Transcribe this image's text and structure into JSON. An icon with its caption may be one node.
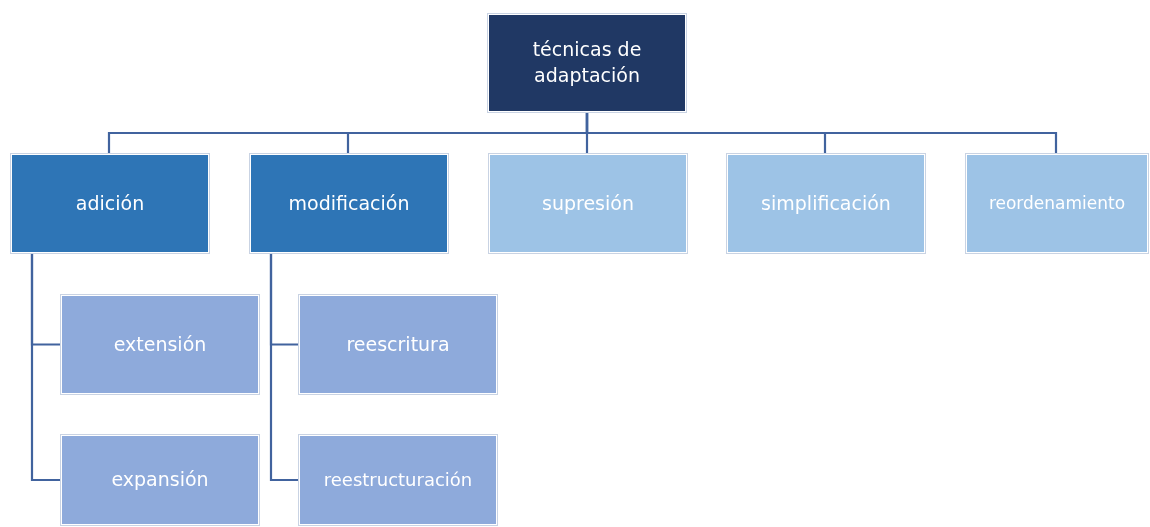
{
  "diagram": {
    "nodes": [
      {
        "text": [
          "técnicas de adaptación"
        ]
      },
      {
        "text": [
          "adición"
        ]
      },
      {
        "text": [
          "modificación"
        ]
      },
      {
        "text": [
          "supresión"
        ]
      },
      {
        "text": [
          "simplificación"
        ]
      },
      {
        "text": [
          "reordenamiento"
        ]
      },
      {
        "text": [
          "extensión"
        ]
      },
      {
        "text": [
          "expansión"
        ]
      },
      {
        "text": [
          "reescritura"
        ]
      },
      {
        "text": [
          "reestructuración"
        ]
      }
    ],
    "edges": [
      {
        "from": 0,
        "to": 1,
        "arrow": "none"
      },
      {
        "from": 0,
        "to": 2,
        "arrow": "none"
      },
      {
        "from": 0,
        "to": 3,
        "arrow": "none"
      },
      {
        "from": 0,
        "to": 4,
        "arrow": "none"
      },
      {
        "from": 0,
        "to": 5,
        "arrow": "none"
      },
      {
        "from": 1,
        "to": 6,
        "arrow": "none"
      },
      {
        "from": 1,
        "to": 7,
        "arrow": "none"
      },
      {
        "from": 2,
        "to": 8,
        "arrow": "none"
      },
      {
        "from": 2,
        "to": 9,
        "arrow": "none"
      }
    ]
  }
}
